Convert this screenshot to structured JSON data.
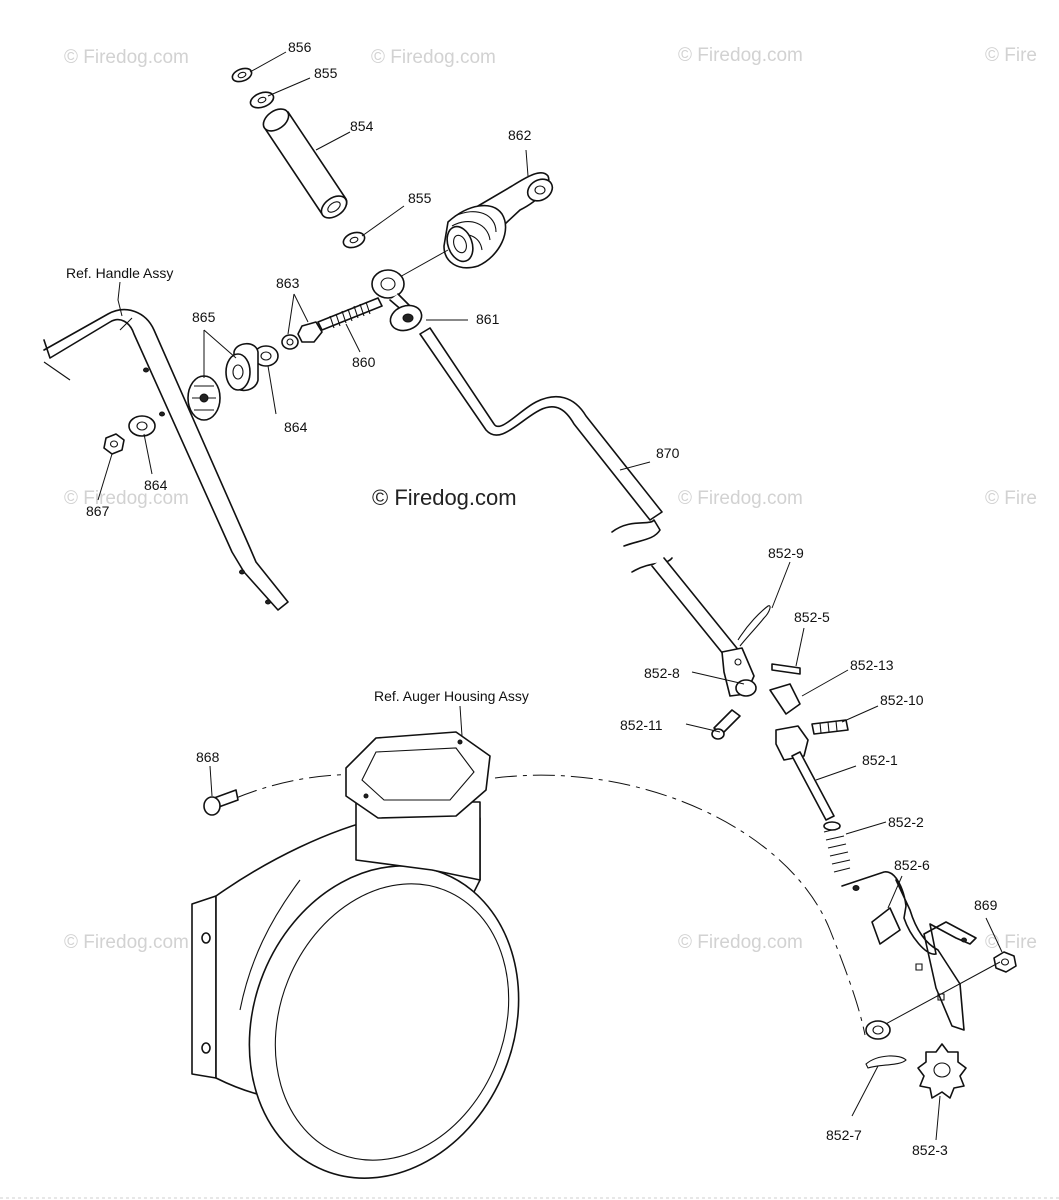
{
  "watermark": {
    "main": "© Firedog.com",
    "tile": "© Firedog.com",
    "tile_edge": "© Fire"
  },
  "labels": {
    "p856": "856",
    "p855_top": "855",
    "p854": "854",
    "p862": "862",
    "p855_mid": "855",
    "ref_handle": "Ref. Handle Assy",
    "p863": "863",
    "p865": "865",
    "p861": "861",
    "p860": "860",
    "p864_upper": "864",
    "p864_lower": "864",
    "p867": "867",
    "p870": "870",
    "p852_9": "852-9",
    "p852_5": "852-5",
    "p852_8": "852-8",
    "p852_13": "852-13",
    "p852_10": "852-10",
    "p852_11": "852-11",
    "p852_1": "852-1",
    "p852_2": "852-2",
    "p852_6": "852-6",
    "p869": "869",
    "p852_7": "852-7",
    "p852_3": "852-3",
    "ref_auger": "Ref. Auger Housing Assy",
    "p868": "868"
  }
}
